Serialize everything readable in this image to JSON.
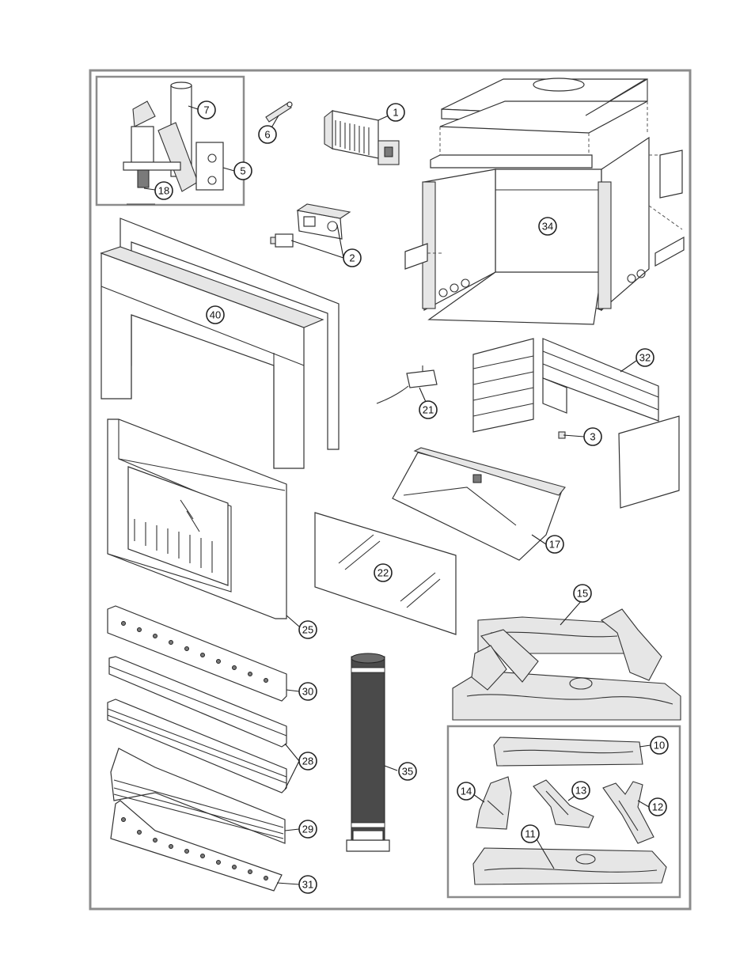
{
  "callouts": [
    {
      "id": "1",
      "label": "1"
    },
    {
      "id": "2",
      "label": "2"
    },
    {
      "id": "3",
      "label": "3"
    },
    {
      "id": "5",
      "label": "5"
    },
    {
      "id": "6",
      "label": "6"
    },
    {
      "id": "7",
      "label": "7"
    },
    {
      "id": "10",
      "label": "10"
    },
    {
      "id": "11",
      "label": "11"
    },
    {
      "id": "12",
      "label": "12"
    },
    {
      "id": "13",
      "label": "13"
    },
    {
      "id": "14",
      "label": "14"
    },
    {
      "id": "15",
      "label": "15"
    },
    {
      "id": "17",
      "label": "17"
    },
    {
      "id": "18",
      "label": "18"
    },
    {
      "id": "21",
      "label": "21"
    },
    {
      "id": "22",
      "label": "22"
    },
    {
      "id": "25",
      "label": "25"
    },
    {
      "id": "28",
      "label": "28"
    },
    {
      "id": "29",
      "label": "29"
    },
    {
      "id": "30",
      "label": "30"
    },
    {
      "id": "31",
      "label": "31"
    },
    {
      "id": "32",
      "label": "32"
    },
    {
      "id": "34",
      "label": "34"
    },
    {
      "id": "35",
      "label": "35"
    },
    {
      "id": "40",
      "label": "40"
    }
  ],
  "colors": {
    "frame": "#8c8c8c",
    "ink": "#333333",
    "fill": "#e6e6e6"
  }
}
